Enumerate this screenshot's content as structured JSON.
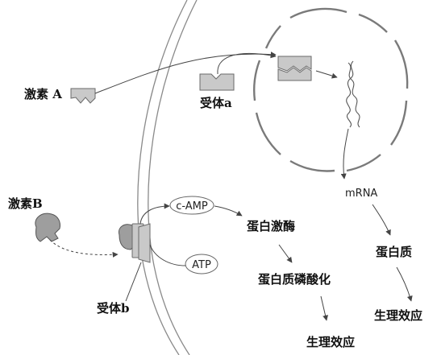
{
  "labels": {
    "hormone_a": "激素 A",
    "hormone_b": "激素B",
    "receptor_a": "受体a",
    "receptor_b": "受体b",
    "camp": "c-AMP",
    "atp": "ATP",
    "mrna": "mRNA",
    "protein_kinase": "蛋白激酶",
    "protein_phosphorylation": "蛋白质磷酸化",
    "protein": "蛋白质",
    "physiological_effect_right": "生理效应",
    "physiological_effect_bottom": "生理效应"
  }
}
